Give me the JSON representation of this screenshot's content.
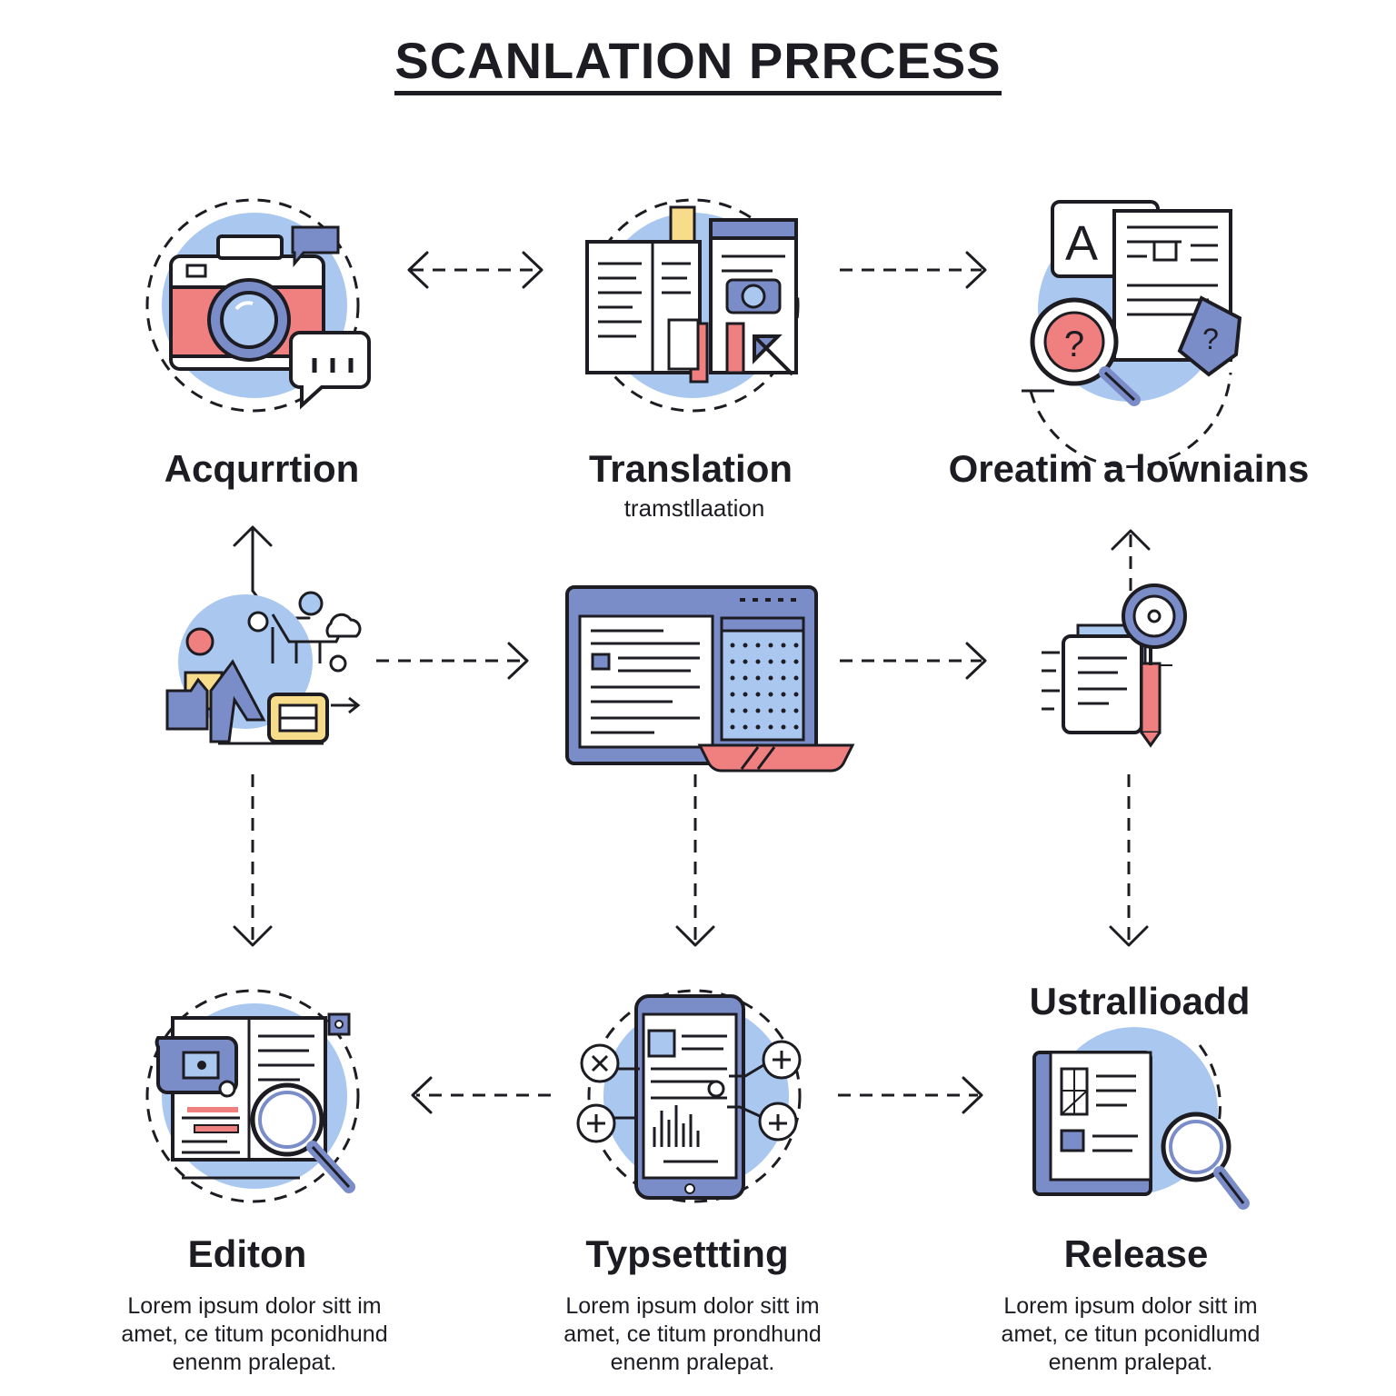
{
  "title": "SCANLATION PRRCESS",
  "steps": [
    {
      "label": "Acqurrtion",
      "icon": "camera-icon"
    },
    {
      "label": "Translation",
      "sublabel": "tramstllaation",
      "icon": "open-book-translation-icon"
    },
    {
      "label": "Oreatim a lowniains",
      "icon": "document-search-icon"
    },
    {
      "icon": "shapes-workflow-icon"
    },
    {
      "icon": "monitor-editor-icon"
    },
    {
      "icon": "document-magnifier-icon"
    },
    {
      "label": "Editon",
      "desc": [
        "Lorem ipsum dolor sitt im",
        "amet, ce titum pconidhund",
        "enenm pralepat."
      ],
      "icon": "book-magnifier-icon"
    },
    {
      "label": "Typsettting",
      "desc": [
        "Lorem ipsum dolor sitt im",
        "amet, ce titum prondhund",
        "enenm pralepat."
      ],
      "icon": "tablet-layout-icon"
    },
    {
      "label": "Release",
      "upper_label": "Ustrallioadd",
      "desc": [
        "Lorem ipsum dolor sitt im",
        "amet, ce titun pconidlumd",
        "enenm pralepat."
      ],
      "icon": "book-search-icon"
    }
  ],
  "colors": {
    "ink": "#1c1c22",
    "blue": "#a9c7ef",
    "slate": "#7b8dc9",
    "red": "#f08080",
    "yellow": "#f7dc8c"
  }
}
